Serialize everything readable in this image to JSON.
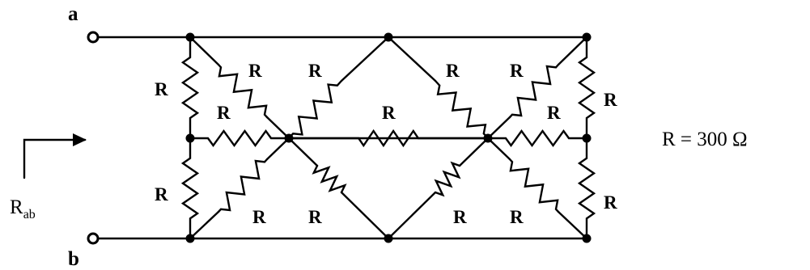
{
  "terminals": {
    "a": "a",
    "b": "b"
  },
  "resistor_label": "R",
  "measurement": {
    "main": "R",
    "sub": "ab"
  },
  "value_label": "R = 300 Ω",
  "colors": {
    "ink": "#000000",
    "background": "#ffffff"
  }
}
